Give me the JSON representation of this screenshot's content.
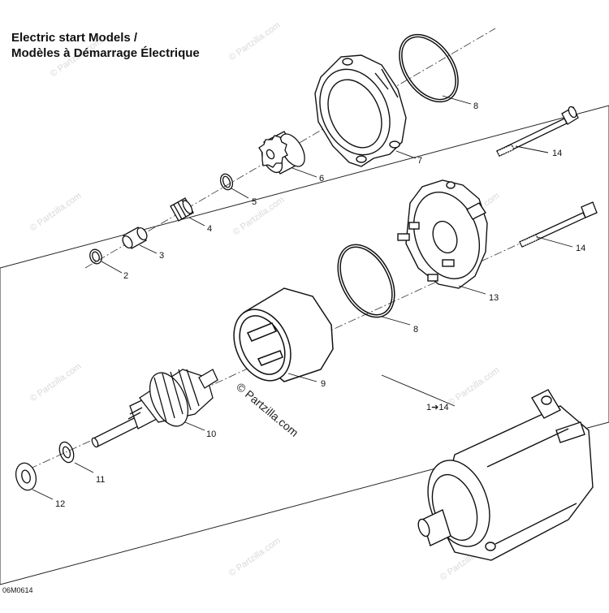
{
  "title": {
    "line1": "Electric start Models /",
    "line2": "Modèles à Démarrage Électrique"
  },
  "watermark": {
    "main": "© Partzilla.com",
    "small": "© Partzilla.com"
  },
  "diagram_code": "06M0614",
  "callouts": [
    {
      "id": "c2",
      "text": "2"
    },
    {
      "id": "c3",
      "text": "3"
    },
    {
      "id": "c4",
      "text": "4"
    },
    {
      "id": "c5",
      "text": "5"
    },
    {
      "id": "c6",
      "text": "6"
    },
    {
      "id": "c7",
      "text": "7"
    },
    {
      "id": "c8a",
      "text": "8"
    },
    {
      "id": "c8b",
      "text": "8"
    },
    {
      "id": "c9",
      "text": "9"
    },
    {
      "id": "c10",
      "text": "10"
    },
    {
      "id": "c11",
      "text": "11"
    },
    {
      "id": "c12",
      "text": "12"
    },
    {
      "id": "c13",
      "text": "13"
    },
    {
      "id": "c14a",
      "text": "14"
    },
    {
      "id": "c14b",
      "text": "14"
    },
    {
      "id": "assembly",
      "text": "1➔14"
    }
  ],
  "colors": {
    "line": "#111111",
    "watermark": "#d6d6d6"
  }
}
